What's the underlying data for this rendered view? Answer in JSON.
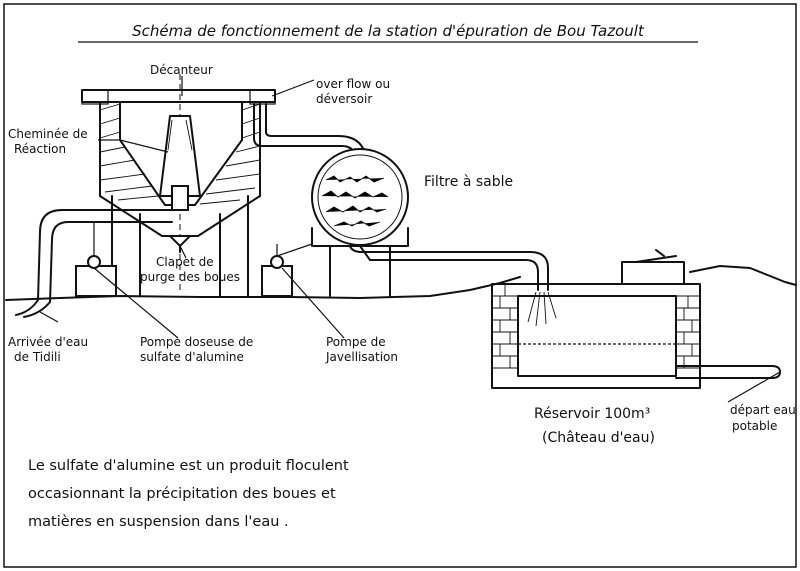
{
  "title": "Schéma de fonctionnement de la station d'épuration de Bou Tazoult",
  "labels": {
    "decanteur": "Décanteur",
    "overflow_line1": "over flow ou",
    "overflow_line2": "déversoir",
    "cheminee_line1": "Cheminée de",
    "cheminee_line2": "Réaction",
    "filtre": "Filtre à sable",
    "clapet_line1": "Clapet de",
    "clapet_line2": "purge des boues",
    "arrivee_line1": "Arrivée d'eau",
    "arrivee_line2": "de Tidili",
    "pompe_doseuse_line1": "Pompe doseuse de",
    "pompe_doseuse_line2": "sulfate d'alumine",
    "pompe_jav_line1": "Pompe de",
    "pompe_jav_line2": "Javellisation",
    "reservoir_line1": "Réservoir 100m³",
    "reservoir_line2": "(Château d'eau)",
    "depart_line1": "départ eau",
    "depart_line2": "potable"
  },
  "note": {
    "line1": "Le sulfate d'alumine est un produit floculent",
    "line2": "occasionnant la précipitation des boues et",
    "line3": "matières en suspension dans l'eau ."
  }
}
